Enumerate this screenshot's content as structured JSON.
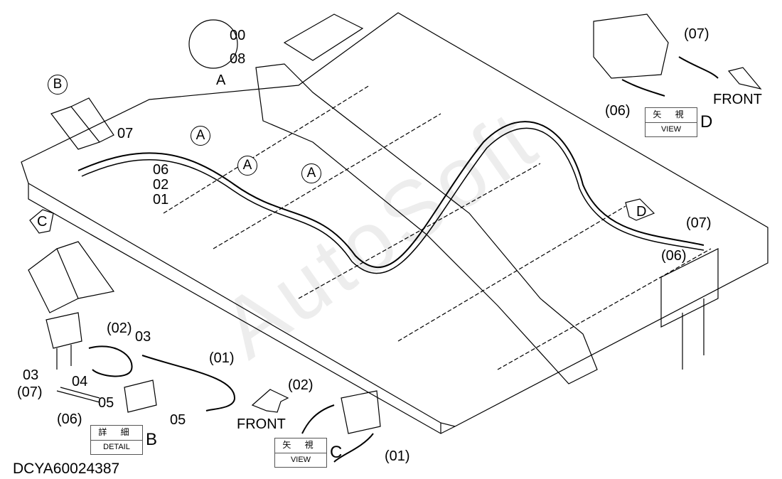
{
  "drawing_code": "DCYA60024387",
  "watermark": "AutoSoft",
  "detail_a": {
    "parts": [
      "00",
      "08"
    ],
    "view_letter": "A"
  },
  "callouts": {
    "a": "A",
    "b": "B"
  },
  "main_labels": {
    "p07": "07",
    "p06": "06",
    "p02": "02",
    "p01": "01",
    "arrow_c": "C",
    "arrow_d": "D",
    "d07": "(07)",
    "d06": "(06)"
  },
  "detail_b": {
    "labels": [
      "(02)",
      "03",
      "03",
      "04",
      "(07)",
      "05",
      "(06)",
      "05",
      "(01)"
    ],
    "box": {
      "jp": "詳 細",
      "en": "DETAIL",
      "letter": "B"
    }
  },
  "view_c": {
    "labels": [
      "(02)",
      "FRONT",
      "(01)"
    ],
    "box": {
      "jp": "矢 視",
      "en": "VIEW",
      "letter": "C"
    }
  },
  "view_d": {
    "labels": [
      "(07)",
      "(06)",
      "FRONT"
    ],
    "box": {
      "jp": "矢 視",
      "en": "VIEW",
      "letter": "D"
    }
  }
}
